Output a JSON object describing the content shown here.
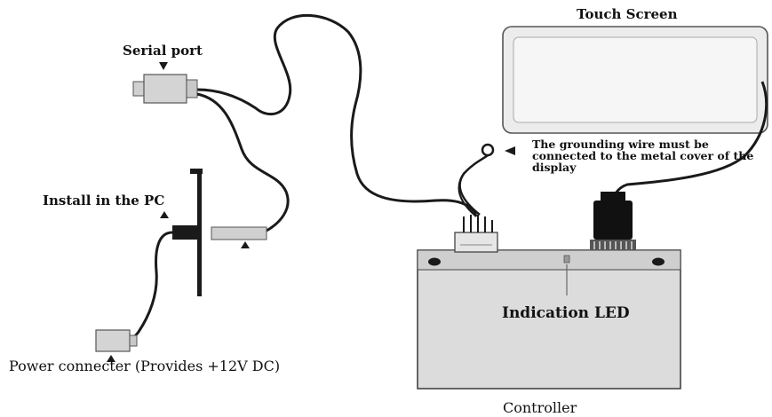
{
  "labels": {
    "touch_screen": "Touch Screen",
    "serial_port": "Serial port",
    "grounding_note": "The grounding wire must be connected to the metal cover of the display",
    "install_in_pc": "Install in the PC",
    "indication_led": "Indication LED",
    "power_connector": "Power connecter (Provides +12V DC)",
    "controller": "Controller"
  },
  "colors": {
    "wire": "#1a1a1a",
    "screen_fill": "#ececec",
    "controller_fill": "#dcdcdc",
    "connector_fill": "#d0d0d0",
    "plug_dark": "#111111"
  }
}
